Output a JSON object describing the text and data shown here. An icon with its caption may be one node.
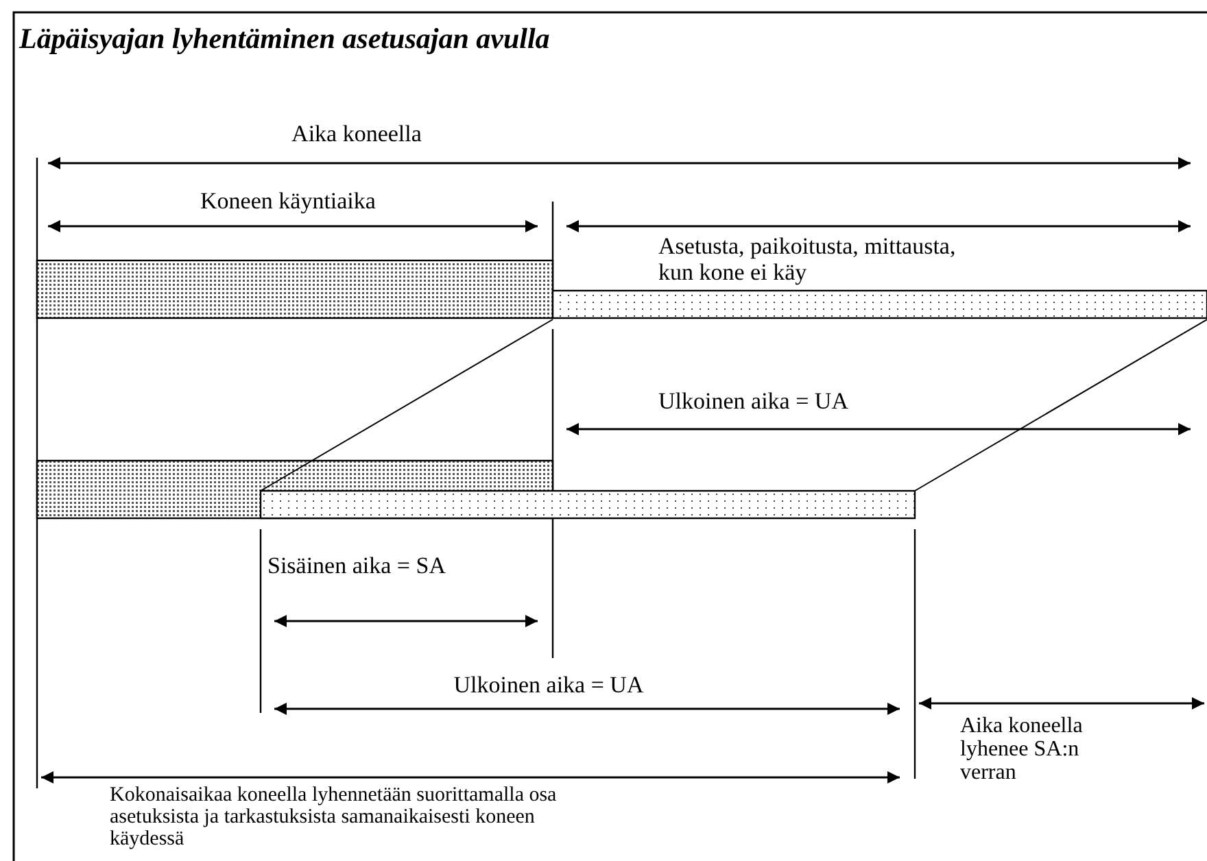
{
  "diagram": {
    "title": "Läpäisyajan lyhentäminen asetusajan avulla",
    "labels": [
      "Aika koneella",
      "Koneen käyntiaika",
      "Asetusta, paikoitusta, mittausta, kun kone ei käy",
      "Ulkoinen aika = UA",
      "Sisäinen aika = SA",
      "Ulkoinen aika = UA",
      "Aika koneella lyhenee SA:n verran",
      "Kokonaisaikaa koneella lyhennetään suorittamalla osa asetuksista ja tarkastuksista samanaikaisesti koneen käydessä"
    ]
  }
}
